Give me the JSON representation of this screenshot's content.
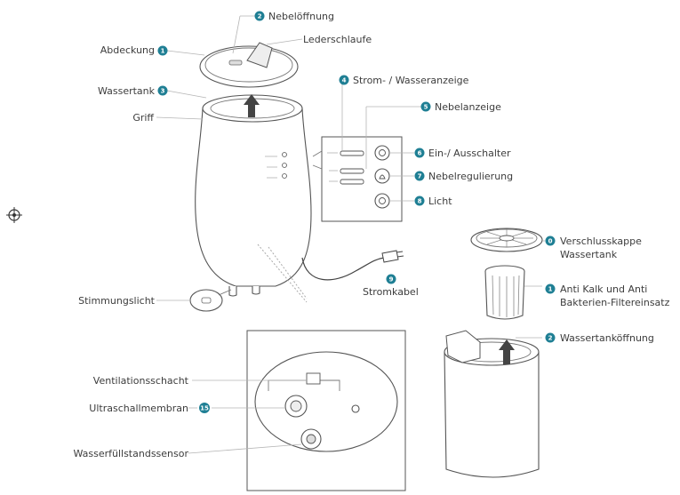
{
  "accent": "#1f7f94",
  "labels": {
    "nebeloeffnung": {
      "num": "2",
      "text": "Nebelöffnung"
    },
    "lederschlaufe": {
      "num": "",
      "text": "Lederschlaufe"
    },
    "abdeckung": {
      "num": "1",
      "text": "Abdeckung"
    },
    "wassertank": {
      "num": "3",
      "text": "Wassertank"
    },
    "griff": {
      "num": "",
      "text": "Griff"
    },
    "stromanzeige": {
      "num": "4",
      "text": "Strom- / Wasseranzeige"
    },
    "nebelanzeige": {
      "num": "5",
      "text": "Nebelanzeige"
    },
    "einaus": {
      "num": "6",
      "text": "Ein-/ Ausschalter"
    },
    "nebelregulierung": {
      "num": "7",
      "text": "Nebelregulierung"
    },
    "licht": {
      "num": "8",
      "text": "Licht"
    },
    "stromkabel": {
      "num": "9",
      "text": "Stromkabel"
    },
    "stimmungslicht": {
      "num": "",
      "text": "Stimmungslicht"
    },
    "verschlusskappe": {
      "num": "0",
      "text": "Verschlusskappe",
      "text2": "Wassertank"
    },
    "filter": {
      "num": "1",
      "text": "Anti Kalk und Anti",
      "text2": "Bakterien-Filtereinsatz"
    },
    "tankoeffnung": {
      "num": "2",
      "text": "Wassertanköffnung"
    },
    "ventilation": {
      "num": "",
      "text": "Ventilationsschacht"
    },
    "membran": {
      "num": "15",
      "text": "Ultraschallmembran"
    },
    "sensor": {
      "num": "",
      "text": "Wasserfüllstandssensor"
    }
  },
  "icons": [
    "crosshair-registration-icon",
    "power-icon",
    "mist-icon",
    "light-icon"
  ]
}
